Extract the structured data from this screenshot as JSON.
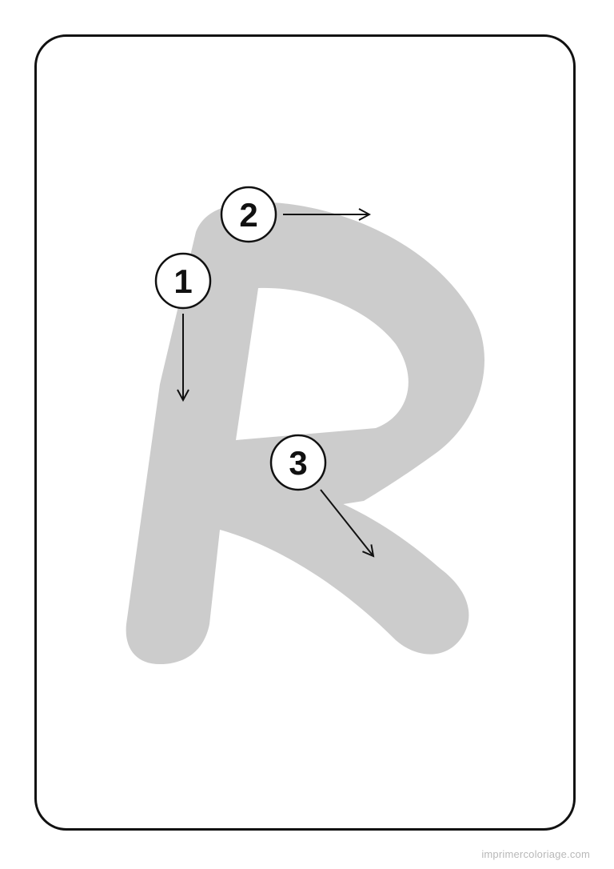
{
  "worksheet": {
    "letter_color": "#cccccc",
    "ink_color": "#111111",
    "steps": [
      {
        "number": "1",
        "direction": "down"
      },
      {
        "number": "2",
        "direction": "right"
      },
      {
        "number": "3",
        "direction": "down-right"
      }
    ]
  },
  "footer": {
    "watermark": "imprimercoloriage.com"
  }
}
